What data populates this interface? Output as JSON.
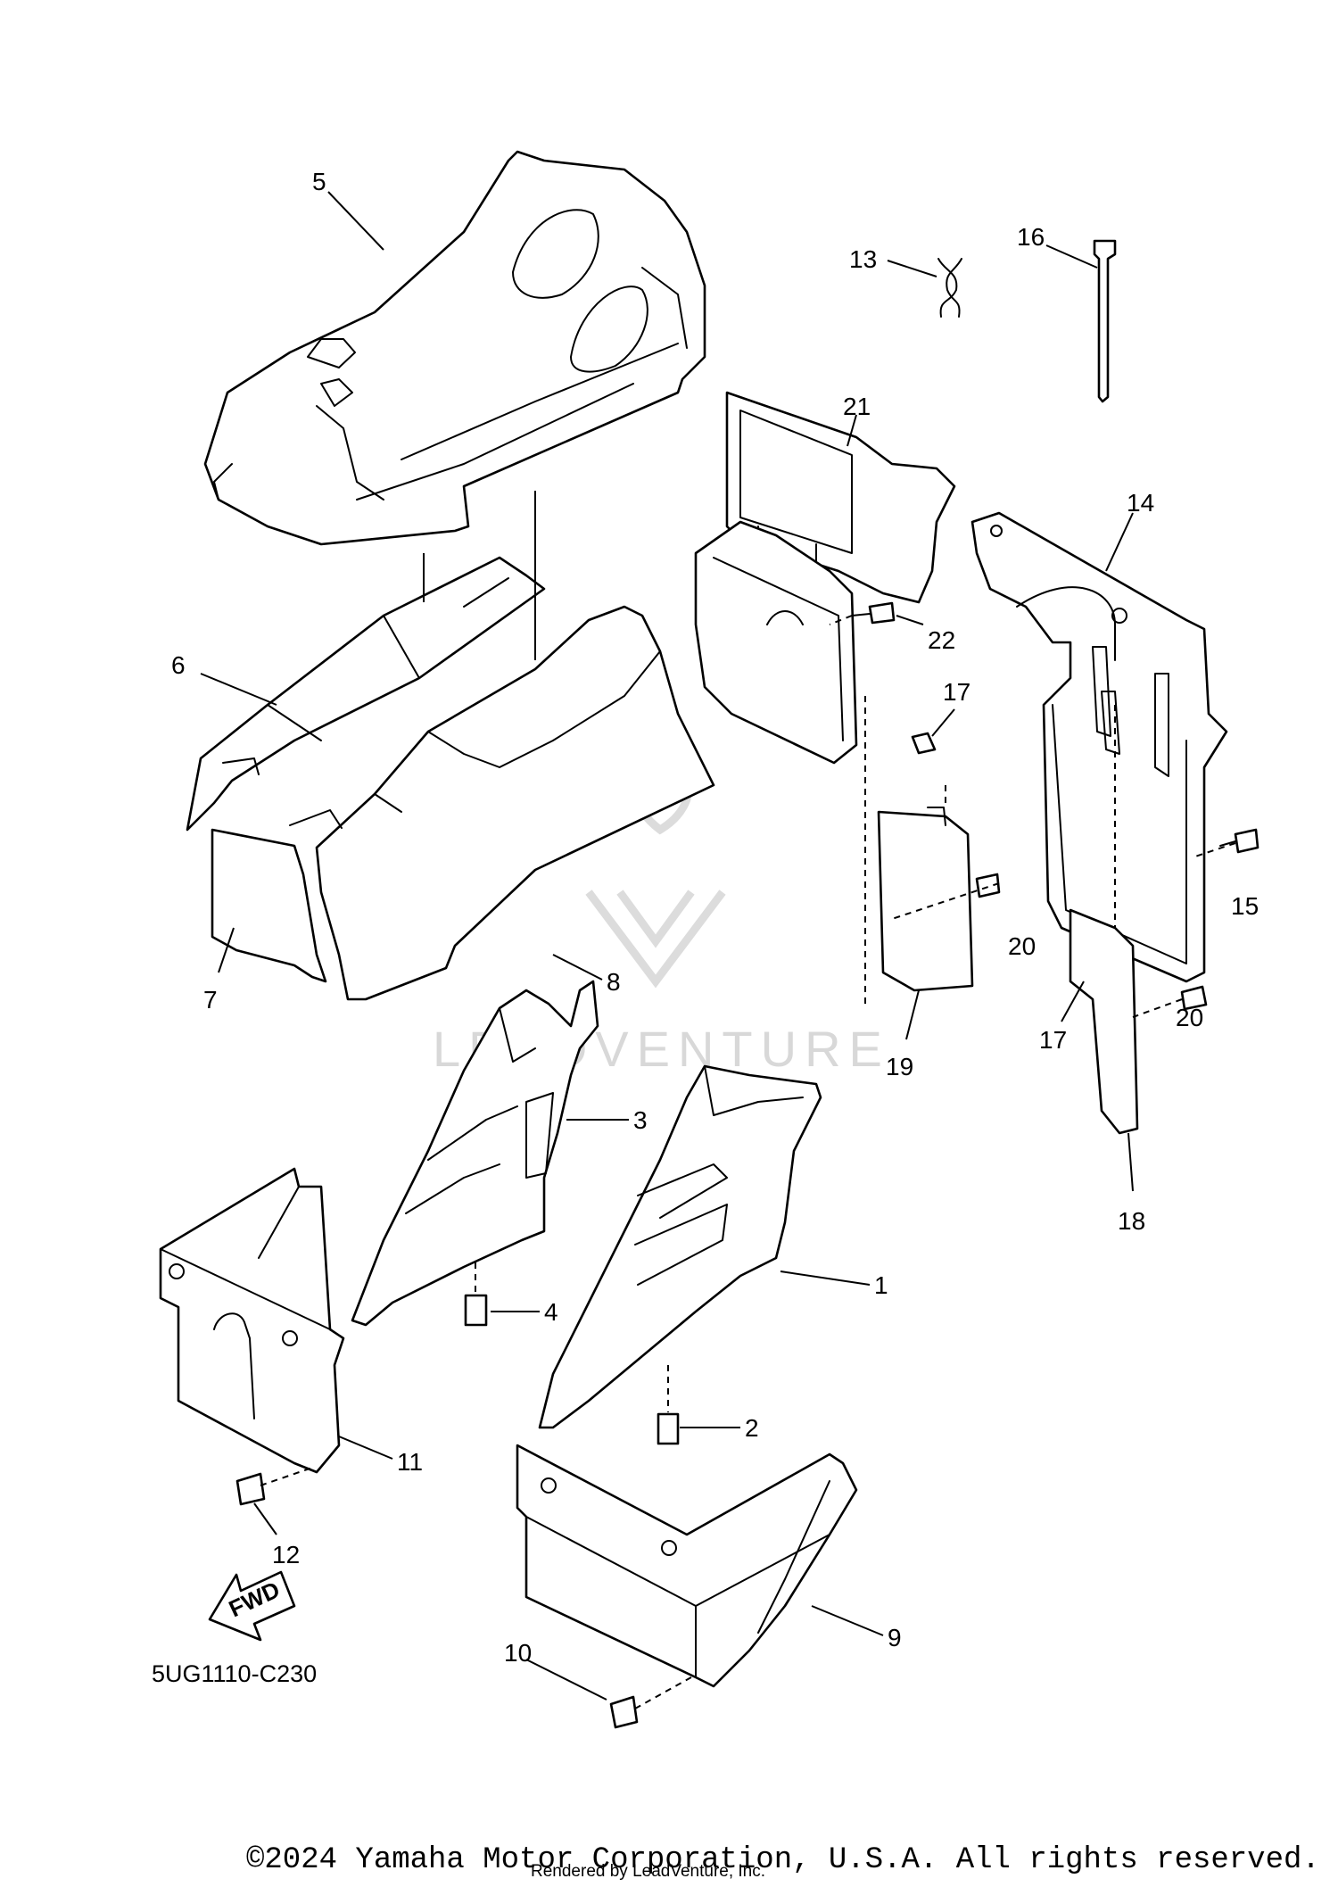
{
  "diagram_code": "5UG1110-C230",
  "fwd_label": "FWD",
  "watermark": "LEADVENTURE",
  "copyright": "©2024 Yamaha Motor Corporation, U.S.A. All rights reserved.",
  "rendered_by": "Rendered by LeadVenture, Inc.",
  "callouts": {
    "c1": "1",
    "c2": "2",
    "c3": "3",
    "c4": "4",
    "c5": "5",
    "c6": "6",
    "c7": "7",
    "c8": "8",
    "c9": "9",
    "c10": "10",
    "c11": "11",
    "c12": "12",
    "c13": "13",
    "c14": "14",
    "c15": "15",
    "c16": "16",
    "c17a": "17",
    "c17b": "17",
    "c18": "18",
    "c19": "19",
    "c20a": "20",
    "c20b": "20",
    "c21": "21",
    "c22": "22"
  }
}
